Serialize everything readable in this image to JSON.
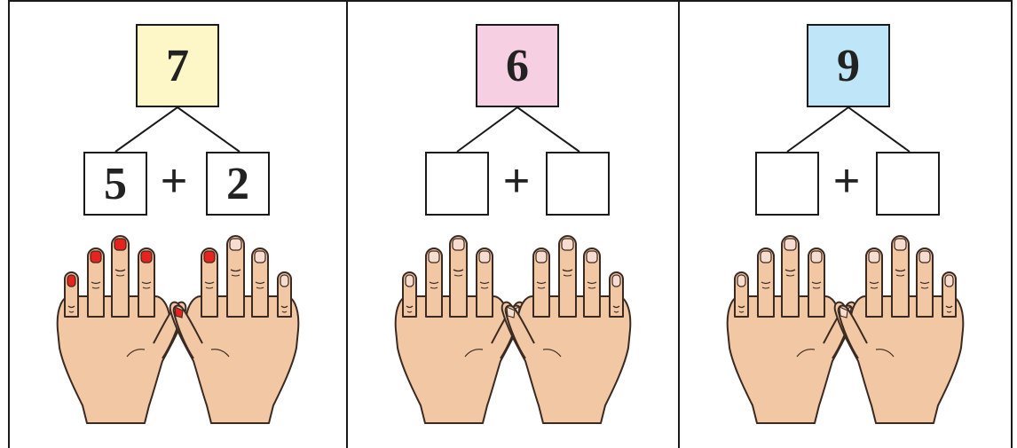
{
  "panels": [
    {
      "total": "7",
      "total_color": "#fdf6c7",
      "left": "5",
      "right": "2",
      "operator": "+",
      "painted_nails": 7
    },
    {
      "total": "6",
      "total_color": "#f7cfe2",
      "left": "",
      "right": "",
      "operator": "+",
      "painted_nails": 0
    },
    {
      "total": "9",
      "total_color": "#bfe6f8",
      "left": "",
      "right": "",
      "operator": "+",
      "painted_nails": 0
    }
  ],
  "colors": {
    "skin": "#f2c7a4",
    "outline": "#3a2a22",
    "nail": "#f7ddd0",
    "painted_nail": "#e8231f"
  }
}
